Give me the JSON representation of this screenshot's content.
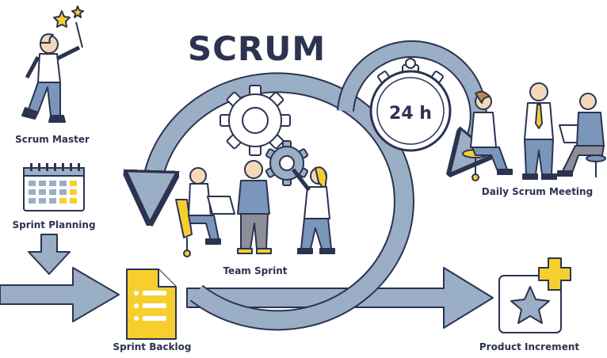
{
  "title": "SCRUM",
  "stages": {
    "scrum_master": "Scrum Master",
    "sprint_planning": "Sprint Planning",
    "sprint_backlog": "Sprint Backlog",
    "team_sprint": "Team Sprint",
    "daily_scrum_meeting": "Daily Scrum Meeting",
    "product_increment": "Product Increment"
  },
  "timer": {
    "label": "24 h"
  },
  "colors": {
    "arrow": "#9aaec6",
    "outline": "#2b3350",
    "accent_yellow": "#f6cf2e",
    "shirt_blue": "#7b96bb",
    "pants_gray": "#8c8f99",
    "calendar_cells": "#9aaec6"
  }
}
